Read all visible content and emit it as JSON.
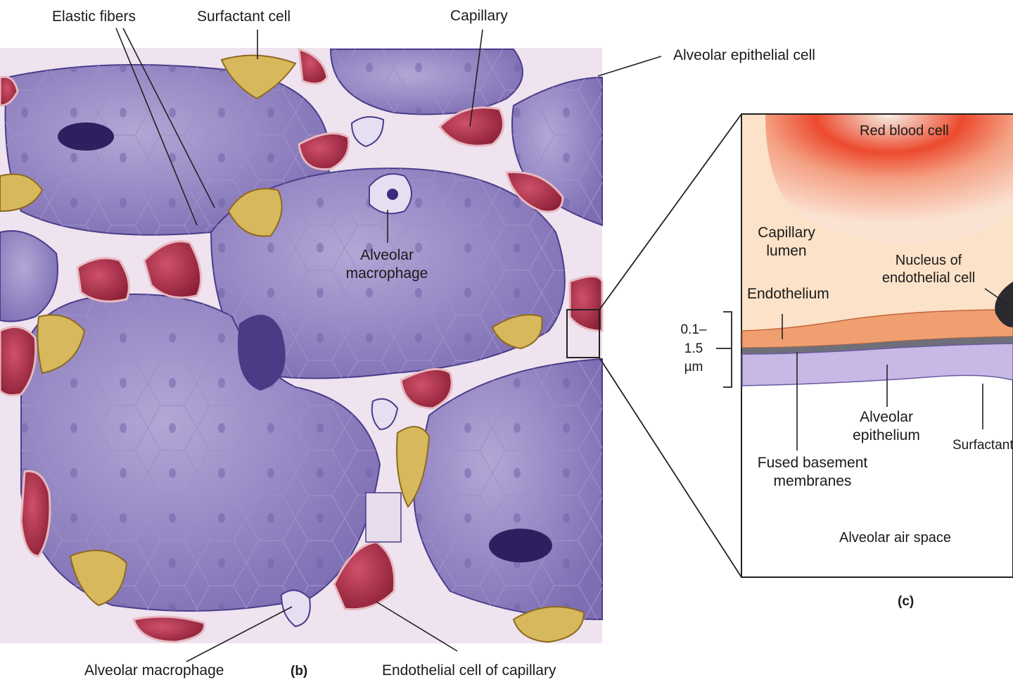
{
  "labels": {
    "elastic_fibers": "Elastic fibers",
    "surfactant_cell": "Surfactant cell",
    "capillary": "Capillary",
    "alveolar_epithelial_cell": "Alveolar epithelial cell",
    "alveolar_macrophage_mid_1": "Alveolar",
    "alveolar_macrophage_mid_2": "macrophage",
    "alveolar_macrophage_bottom": "Alveolar macrophage",
    "panel_b": "(b)",
    "endothelial_cell_of_capillary": "Endothelial cell of capillary",
    "red_blood_cell": "Red blood cell",
    "capillary_lumen_1": "Capillary",
    "capillary_lumen_2": "lumen",
    "nucleus_1": "Nucleus of",
    "nucleus_2": "endothelial cell",
    "endothelium": "Endothelium",
    "thickness_1": "0.1–",
    "thickness_2": "1.5",
    "thickness_3": "µm",
    "alveolar_epithelium_1": "Alveolar",
    "alveolar_epithelium_2": "epithelium",
    "surfactant": "Surfactant",
    "fused_basement_1": "Fused basement",
    "fused_basement_2": "membranes",
    "alveolar_air_space": "Alveolar air space",
    "panel_c": "(c)"
  },
  "colors": {
    "alveolus": "#8f7fbf",
    "alveolus_dark": "#6a5aa0",
    "capillary": "#b0304a",
    "surfactant_cell": "#d8b85c",
    "interstitium": "#efe6f0",
    "red_blood_cell": "#e8523a",
    "endothelium": "#f0a070",
    "epithelium": "#c8b8e6"
  }
}
